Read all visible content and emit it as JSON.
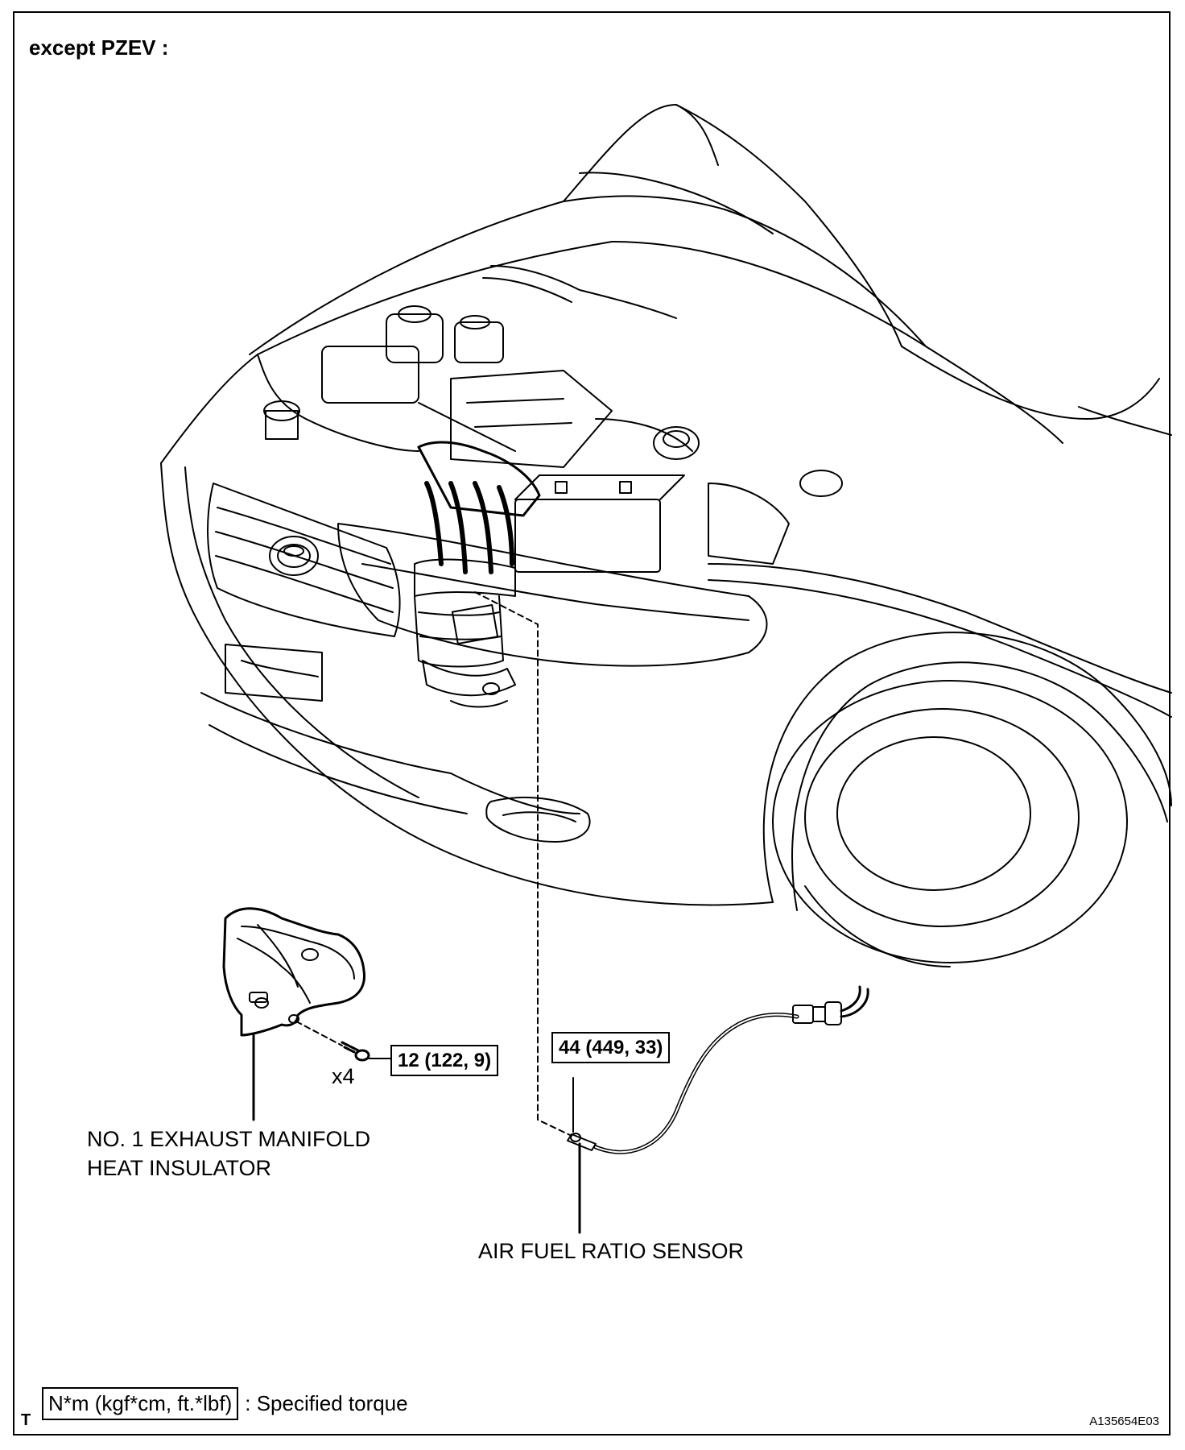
{
  "title": "except PZEV :",
  "components": {
    "heat_insulator": {
      "label_line1": "NO. 1 EXHAUST MANIFOLD",
      "label_line2": "HEAT INSULATOR",
      "torque": "12 (122, 9)",
      "quantity": "x4"
    },
    "af_sensor": {
      "label": "AIR FUEL RATIO SENSOR",
      "torque": "44 (449, 33)"
    }
  },
  "legend": {
    "unit_box": "N*m (kgf*cm, ft.*lbf)",
    "text": ": Specified torque"
  },
  "corner_mark": "T",
  "figure_id": "A135654E03"
}
